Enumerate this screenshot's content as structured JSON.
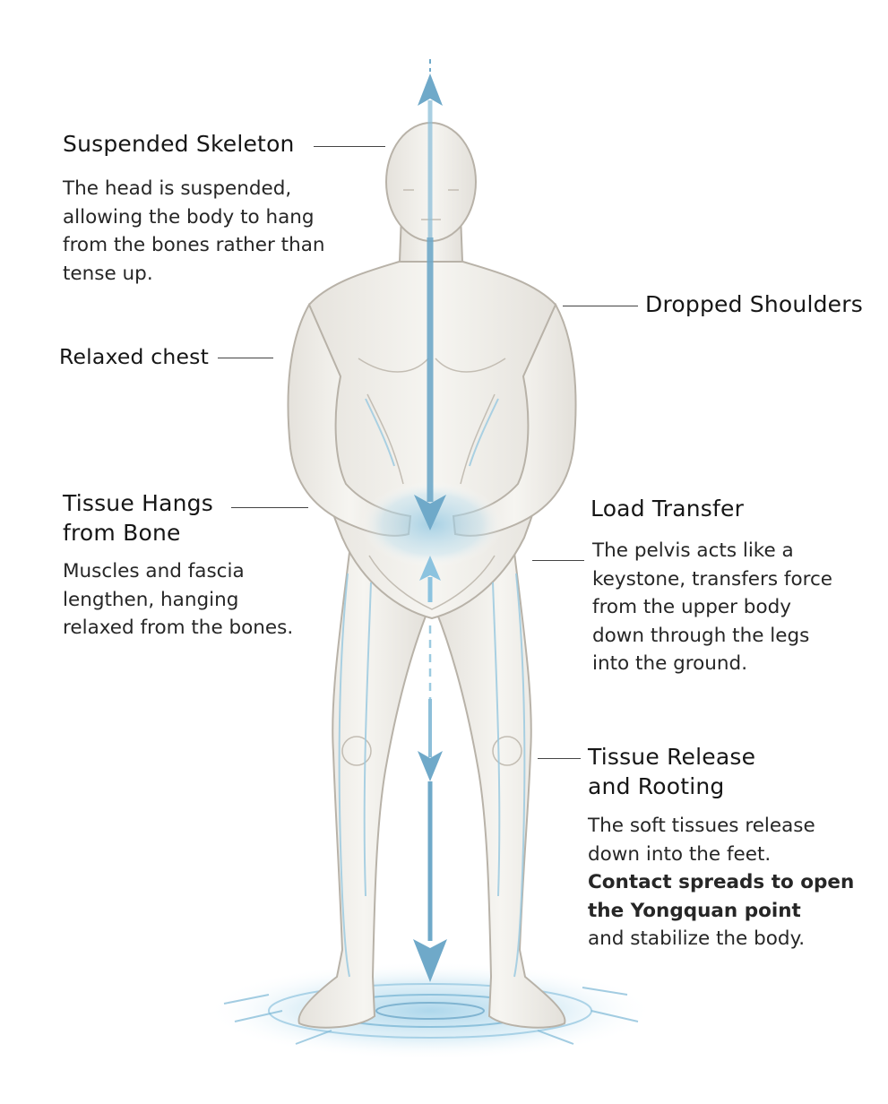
{
  "labels": {
    "suspended_skeleton": {
      "title": "Suspended Skeleton",
      "body": "The head is suspended, allowing the body to hang from the bones rather than tense up."
    },
    "dropped_shoulders": {
      "title": "Dropped Shoulders"
    },
    "relaxed_chest": {
      "title": "Relaxed chest"
    },
    "tissue_hangs": {
      "title": "Tissue Hangs from Bone",
      "body": "Muscles and fascia lengthen, hanging relaxed from the bones."
    },
    "load_transfer": {
      "title": "Load Transfer",
      "body": "The pelvis acts like a keystone, transfers force from the upper body down through the legs into the ground."
    },
    "tissue_release": {
      "title": "Tissue Release and Rooting",
      "body_normal_1": "The soft tissues release down into the feet.",
      "body_bold": "Contact spreads to open the Yongquan point",
      "body_normal_2": "and stabilize the body."
    }
  },
  "colors": {
    "arrow": "#6fa9c9",
    "arrow_light": "#a9cfe2",
    "skin": "#f1efea",
    "outline": "#b8b2a8",
    "leader": "#444444",
    "text": "#1d1d1d"
  }
}
